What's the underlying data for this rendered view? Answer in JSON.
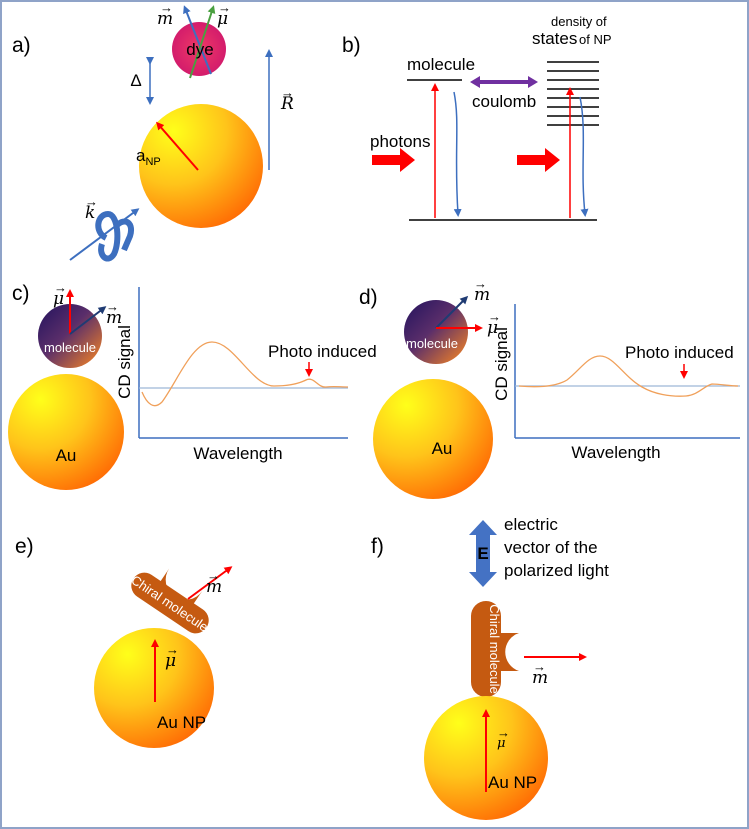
{
  "panels": {
    "a": {
      "label": "a)",
      "m_vec": "m",
      "mu_vec": "μ",
      "dye": "dye",
      "delta": "Δ",
      "R_vec": "R",
      "a_np_base": "a",
      "a_np_sub": "NP",
      "k_vec": "k"
    },
    "b": {
      "label": "b)",
      "density_line1": "density of",
      "density_line2_a": "states",
      "density_line2_b": "of NP",
      "molecule": "molecule",
      "coulomb": "coulomb",
      "photons": "photons"
    },
    "c": {
      "label": "c)",
      "mu_vec": "μ",
      "m_vec": "m",
      "molecule": "molecule",
      "au": "Au",
      "ylabel": "CD signal",
      "xlabel": "Wavelength",
      "annotation": "Photo induced"
    },
    "d": {
      "label": "d)",
      "m_vec": "m",
      "mu_vec": "μ",
      "molecule": "molecule",
      "au": "Au",
      "ylabel": "CD signal",
      "xlabel": "Wavelength",
      "annotation": "Photo induced"
    },
    "e": {
      "label": "e)",
      "chiral": "Chiral molecule",
      "m_vec": "m",
      "mu_vec": "μ",
      "au_np": "Au NP"
    },
    "f": {
      "label": "f)",
      "e_label": "E",
      "caption_line1": "electric",
      "caption_line2": "vector of the",
      "caption_line3": "polarized light",
      "chiral": "Chiral molecule",
      "m_vec": "m",
      "mu_vec": "μ",
      "au_np": "Au NP"
    }
  },
  "colors": {
    "gold_light": "#ffff00",
    "gold_dark": "#ff5a00",
    "dye_pink": "#e8306a",
    "molecule_dark": "#2a1a66",
    "molecule_orange": "#f27a22",
    "arrow_red": "#ff0000",
    "arrow_blue": "#3d6fbf",
    "dark_blue": "#1f3b73",
    "coulomb_purple": "#7030a0",
    "chiral_brown": "#c55a11",
    "cd_trace": "#f0a05a",
    "baseline": "#9db7d8"
  }
}
